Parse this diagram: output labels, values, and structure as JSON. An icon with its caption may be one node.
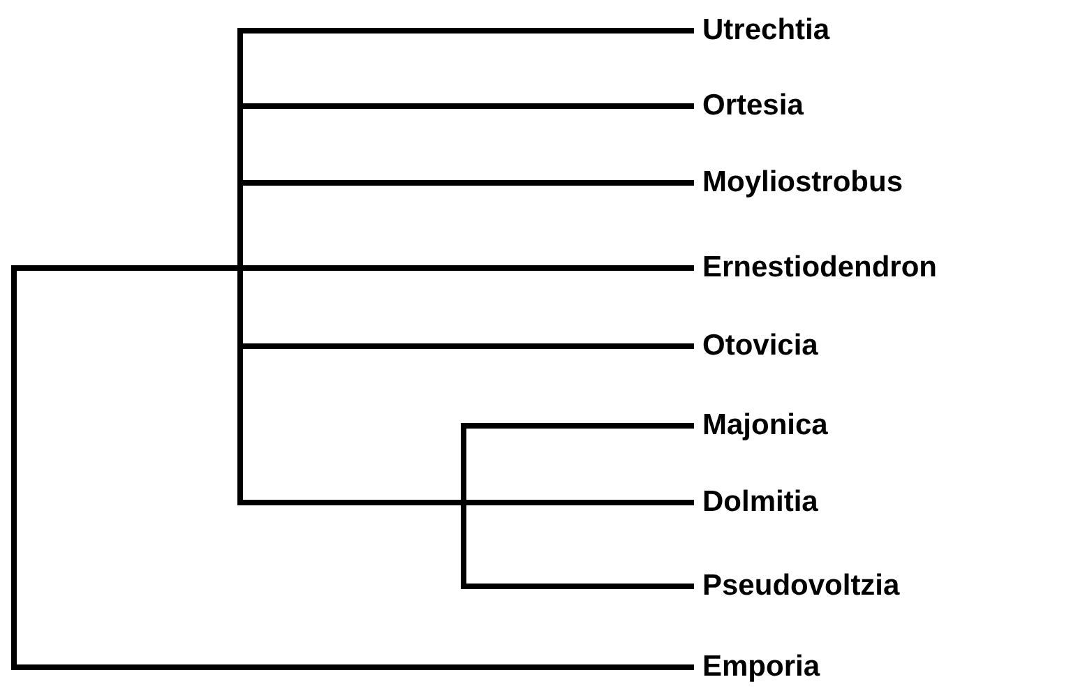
{
  "diagram": {
    "nodes": [
      {
        "text": [
          "Utrechtia"
        ]
      },
      {
        "text": [
          "Ortesia"
        ]
      },
      {
        "text": [
          "Moyliostrobus"
        ]
      },
      {
        "text": [
          "Ernestiodendron"
        ]
      },
      {
        "text": [
          "Otovicia"
        ]
      },
      {
        "text": [
          "Majonica"
        ]
      },
      {
        "text": [
          "Dolmitia"
        ]
      },
      {
        "text": [
          "Pseudovoltzia"
        ]
      },
      {
        "text": [
          "Emporia"
        ]
      },
      {
        "text": [],
        "shape": "bar"
      },
      {
        "text": [],
        "shape": "bar"
      },
      {
        "text": [],
        "shape": "bar"
      }
    ],
    "edges": [
      {
        "from": 9,
        "to": 8,
        "arrow": "none"
      },
      {
        "from": 9,
        "to": 10,
        "arrow": "none"
      },
      {
        "from": 10,
        "to": 0,
        "arrow": "none"
      },
      {
        "from": 10,
        "to": 1,
        "arrow": "none"
      },
      {
        "from": 10,
        "to": 2,
        "arrow": "none"
      },
      {
        "from": 10,
        "to": 3,
        "arrow": "none"
      },
      {
        "from": 10,
        "to": 4,
        "arrow": "none"
      },
      {
        "from": 10,
        "to": 6,
        "arrow": "none"
      },
      {
        "from": 11,
        "to": 5,
        "arrow": "none"
      },
      {
        "from": 11,
        "to": 7,
        "arrow": "none"
      }
    ]
  }
}
